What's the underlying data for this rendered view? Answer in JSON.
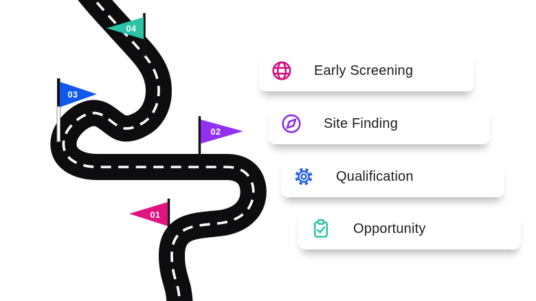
{
  "background": "#ffffff",
  "road": {
    "asphalt_color": "#0d0d0f",
    "lane_marking_color": "#ffffff"
  },
  "steps": [
    {
      "number": "01",
      "label": "Early Screening",
      "flag_color": "#E11380",
      "icon": "globe-icon",
      "icon_color": "#D31280"
    },
    {
      "number": "02",
      "label": "Site Finding",
      "flag_color": "#9330F0",
      "icon": "compass-icon",
      "icon_color": "#8E2BF2"
    },
    {
      "number": "03",
      "label": "Qualification",
      "flag_color": "#0F58EC",
      "icon": "gear-icon",
      "icon_color": "#2A65E9"
    },
    {
      "number": "04",
      "label": "Opportunity",
      "flag_color": "#2BC4A7",
      "icon": "clipboard-check-icon",
      "icon_color": "#2EC3A5"
    }
  ]
}
